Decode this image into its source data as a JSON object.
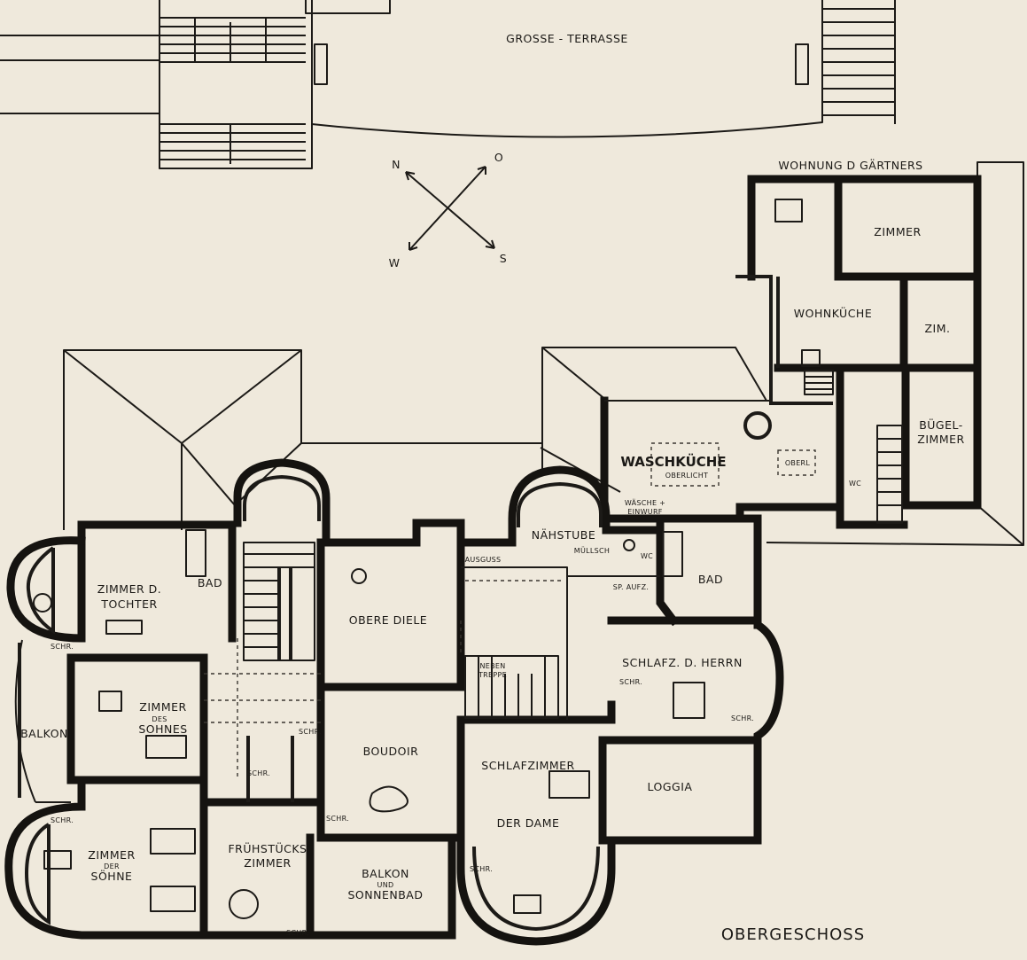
{
  "plan_title": "OBERGESCHOSS",
  "terrace_label": "GROSSE - TERRASSE",
  "gardener_label": "WOHNUNG D GÄRTNERS",
  "compass": {
    "n": "N",
    "o": "O",
    "s": "S",
    "w": "W"
  },
  "rooms": {
    "zimmer": "ZIMMER",
    "wohnkueche": "WOHNKÜCHE",
    "zim": "ZIM.",
    "buegel_1": "BÜGEL-",
    "buegel_2": "ZIMMER",
    "waschkueche": "WASCHKÜCHE",
    "oberlicht": "OBERLICHT",
    "oberl": "OBERL",
    "waesche_1": "WÄSCHE +",
    "waesche_2": "EINWURF",
    "wc_1": "WC",
    "wc_2": "WC",
    "naehstube": "NÄHSTUBE",
    "muellsch": "MÜLLSCH",
    "ausguss": "AUSGUSS",
    "sp_aufz": "SP. AUFZ.",
    "bad_1": "BAD",
    "bad_2": "BAD",
    "tochter_1": "ZIMMER D.",
    "tochter_2": "TOCHTER",
    "obere_diele": "OBERE DIELE",
    "neben_1": "NEBEN",
    "neben_2": "TREPPE",
    "schlafz_herrn": "SCHLAFZ. D. HERRN",
    "balkon": "BALKON",
    "sohnes_1": "ZIMMER",
    "sohnes_2": "DES",
    "sohnes_3": "SOHNES",
    "boudoir": "BOUDOIR",
    "schlafzimmer": "SCHLAFZIMMER",
    "der_dame": "DER DAME",
    "loggia": "LOGGIA",
    "soehne_1": "ZIMMER",
    "soehne_2": "DER",
    "soehne_3": "SÖHNE",
    "fruehstueck_1": "FRÜHSTÜCKS",
    "fruehstueck_2": "ZIMMER",
    "sonnenbad_1": "BALKON",
    "sonnenbad_2": "UND",
    "sonnenbad_3": "SONNENBAD"
  },
  "schr_label": "SCHR."
}
